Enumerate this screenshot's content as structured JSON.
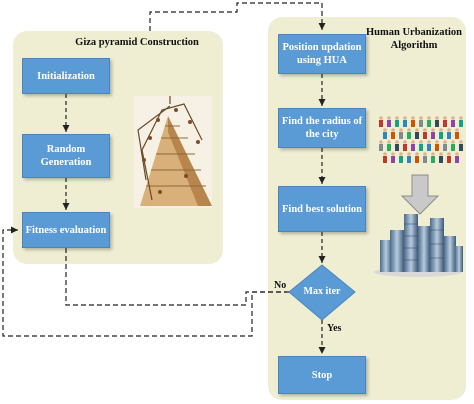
{
  "left_panel": {
    "title": "Giza pyramid Construction",
    "boxes": {
      "initialization": "Initialization",
      "random_generation": "Random\nGeneration",
      "fitness_evaluation": "Fitness evaluation"
    },
    "illustration": "pyramid-construction-image"
  },
  "right_panel": {
    "title": "Human Urbanization\nAlgorithm",
    "boxes": {
      "position_updation": "Position updation\nusing HUA",
      "find_radius": "Find the radius of\nthe city",
      "find_best": "Find best solution",
      "max_iter": "Max iter",
      "stop": "Stop"
    },
    "illustrations": [
      "crowd-image",
      "down-arrow-icon",
      "city-buildings-image"
    ]
  },
  "edge_labels": {
    "no": "No",
    "yes": "Yes"
  },
  "colors": {
    "panel_bg": "#efeed2",
    "box_fill": "#5b9bd5",
    "box_text": "#ffffff",
    "arrow": "#222222"
  }
}
